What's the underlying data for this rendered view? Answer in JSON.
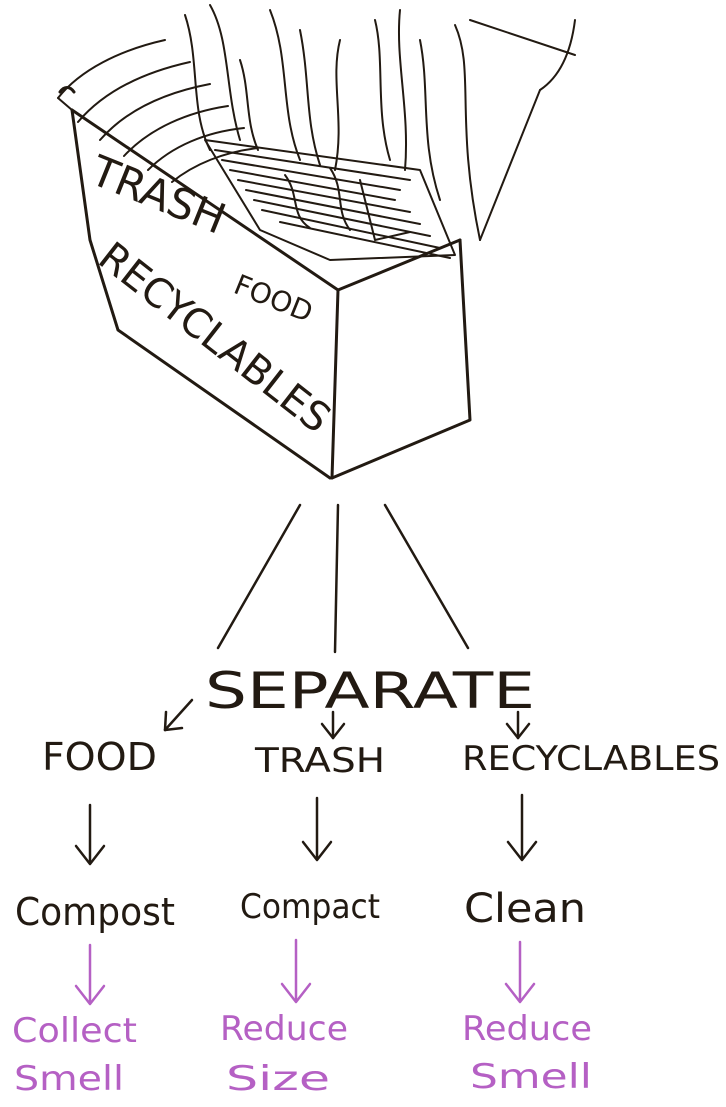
{
  "box": {
    "labels": {
      "trash": "TRASH",
      "food": "FOOD",
      "recyclables": "RECYCLABLES"
    }
  },
  "diagram": {
    "action": "SEPARATE",
    "columns": [
      {
        "category": "FOOD",
        "process": "Compost",
        "result_line1": "Collect",
        "result_line2": "Smell"
      },
      {
        "category": "TRASH",
        "process": "Compact",
        "result_line1": "Reduce",
        "result_line2": "Size"
      },
      {
        "category": "RECYCLABLES",
        "process": "Clean",
        "result_line1": "Reduce",
        "result_line2": "Smell"
      }
    ]
  },
  "colors": {
    "ink": "#221a12",
    "accent": "#b560c4"
  }
}
